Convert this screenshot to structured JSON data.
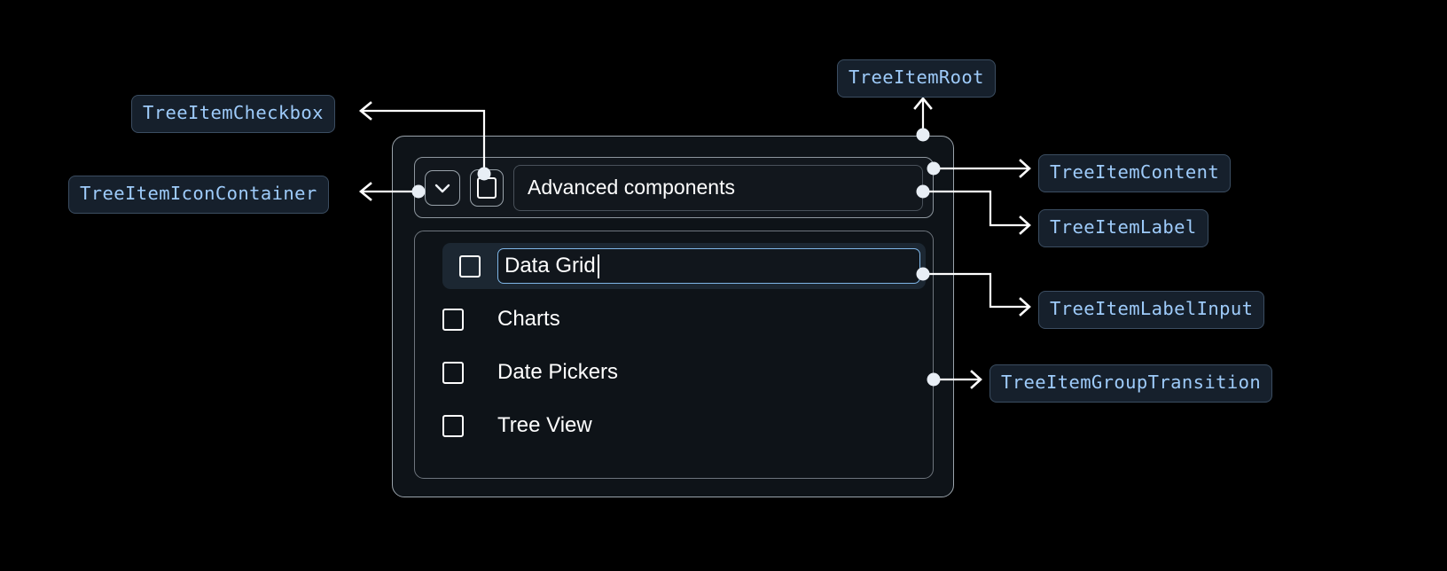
{
  "theme": {
    "page_background": "#000000",
    "pill_background": "#16202c",
    "pill_border": "#3b4d61",
    "pill_text": "#9ecbfa",
    "connector": "#ffffff",
    "container_background": "#0e1318",
    "container_border": "#9aa3ab",
    "selected_row_background": "#1c2732",
    "input_focus_border": "#7fb6e8",
    "label_text": "#ffffff"
  },
  "annotations": [
    {
      "id": "tree-item-checkbox",
      "label": "TreeItemCheckbox"
    },
    {
      "id": "tree-item-icon-container",
      "label": "TreeItemIconContainer"
    },
    {
      "id": "tree-item-root",
      "label": "TreeItemRoot"
    },
    {
      "id": "tree-item-content",
      "label": "TreeItemContent"
    },
    {
      "id": "tree-item-label",
      "label": "TreeItemLabel"
    },
    {
      "id": "tree-item-label-input",
      "label": "TreeItemLabelInput"
    },
    {
      "id": "tree-item-group-transition",
      "label": "TreeItemGroupTransition"
    }
  ],
  "tree": {
    "root_item": {
      "label": "Advanced components",
      "expand_icon": "chevron-down-icon",
      "checkbox_checked": false
    },
    "children": [
      {
        "label": "Data Grid",
        "checkbox_checked": false,
        "editing": true,
        "selected": true
      },
      {
        "label": "Charts",
        "checkbox_checked": false,
        "editing": false,
        "selected": false
      },
      {
        "label": "Date Pickers",
        "checkbox_checked": false,
        "editing": false,
        "selected": false
      },
      {
        "label": "Tree View",
        "checkbox_checked": false,
        "editing": false,
        "selected": false
      }
    ],
    "editing_value": "Data Grid"
  }
}
